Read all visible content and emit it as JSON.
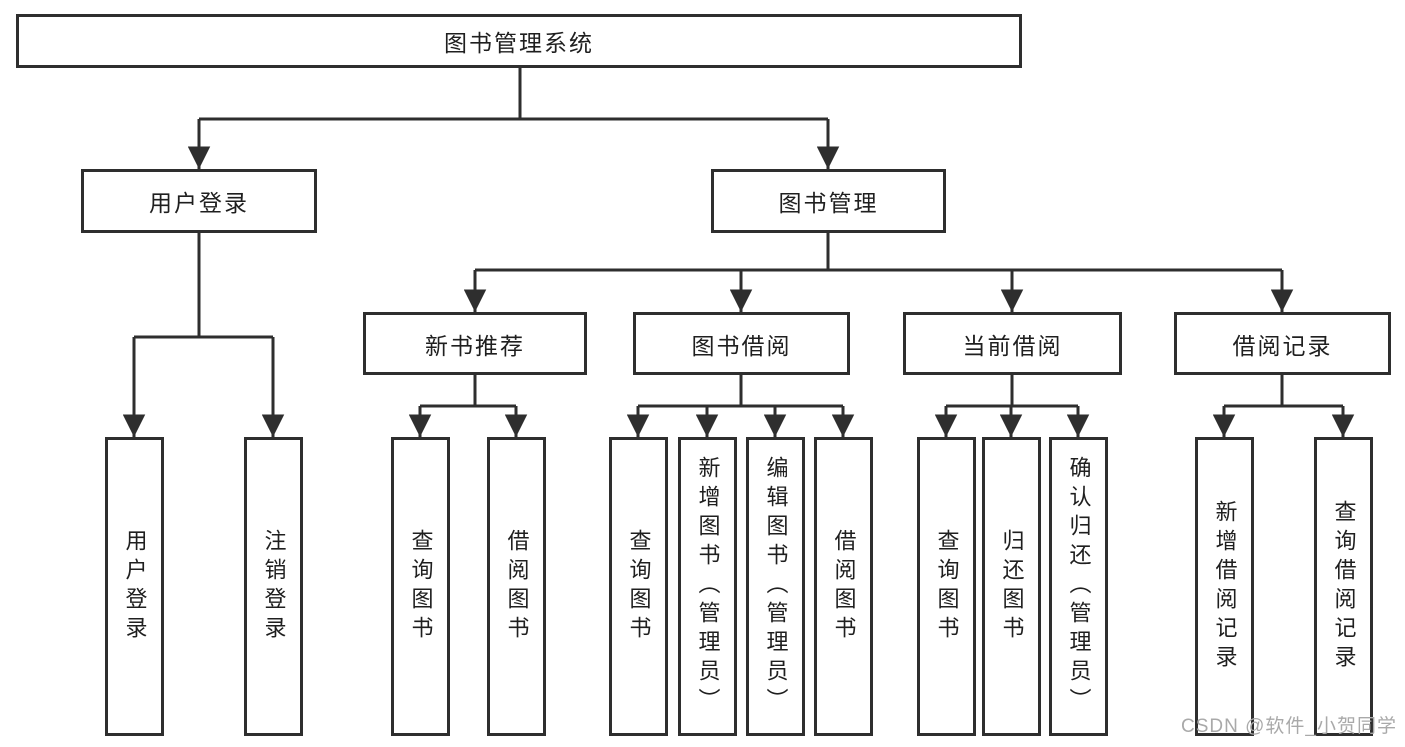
{
  "colors": {
    "line": "#2e2e2e",
    "box_border": "#2e2e2e",
    "text": "#1f1f1f",
    "background": "#ffffff",
    "watermark_text_color": "#a9a9a9"
  },
  "watermark": "CSDN @软件_小贺同学",
  "tree": {
    "root": {
      "label": "图书管理系统",
      "children": [
        {
          "label": "用户登录",
          "children": [
            {
              "label": "用户登录"
            },
            {
              "label": "注销登录"
            }
          ]
        },
        {
          "label": "图书管理",
          "children": [
            {
              "label": "新书推荐",
              "children": [
                {
                  "label": "查询图书"
                },
                {
                  "label": "借阅图书"
                }
              ]
            },
            {
              "label": "图书借阅",
              "children": [
                {
                  "label": "查询图书"
                },
                {
                  "label": "新增图书（管理员）"
                },
                {
                  "label": "编辑图书（管理员）"
                },
                {
                  "label": "借阅图书"
                }
              ]
            },
            {
              "label": "当前借阅",
              "children": [
                {
                  "label": "查询图书"
                },
                {
                  "label": "归还图书"
                },
                {
                  "label": "确认归还（管理员）"
                }
              ]
            },
            {
              "label": "借阅记录",
              "children": [
                {
                  "label": "新增借阅记录"
                },
                {
                  "label": "查询借阅记录"
                }
              ]
            }
          ]
        }
      ]
    }
  }
}
